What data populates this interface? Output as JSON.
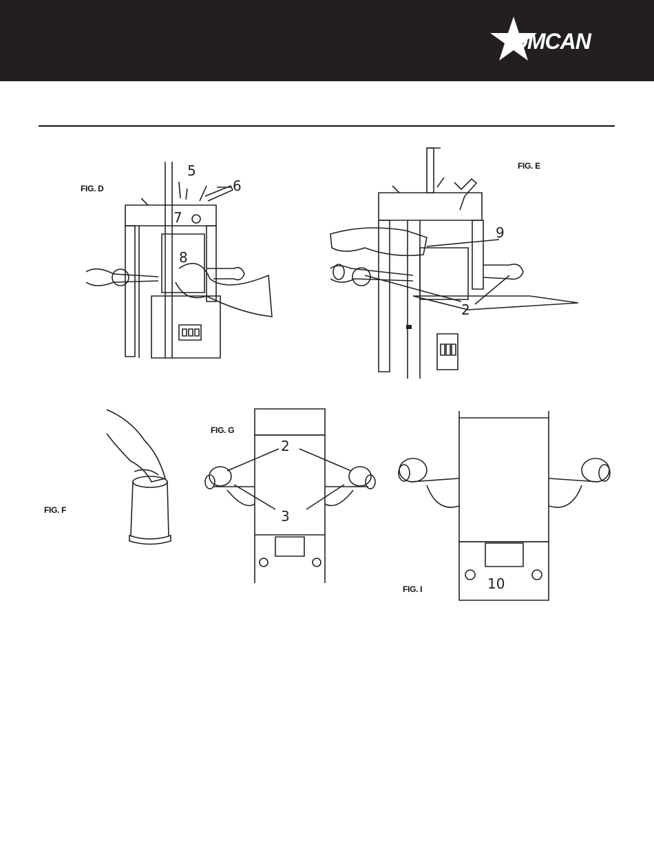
{
  "header": {
    "brand": "OMCAN"
  },
  "figures": {
    "d": {
      "label": "FIG. D",
      "callouts": [
        "5",
        "6",
        "7",
        "8"
      ]
    },
    "e": {
      "label": "FIG. E",
      "callouts": [
        "9",
        "2"
      ]
    },
    "f": {
      "label": "FIG. F"
    },
    "g": {
      "label": "FIG. G",
      "callouts": [
        "2",
        "3"
      ]
    },
    "i": {
      "label": "FIG. I",
      "callouts": [
        "10"
      ]
    }
  }
}
